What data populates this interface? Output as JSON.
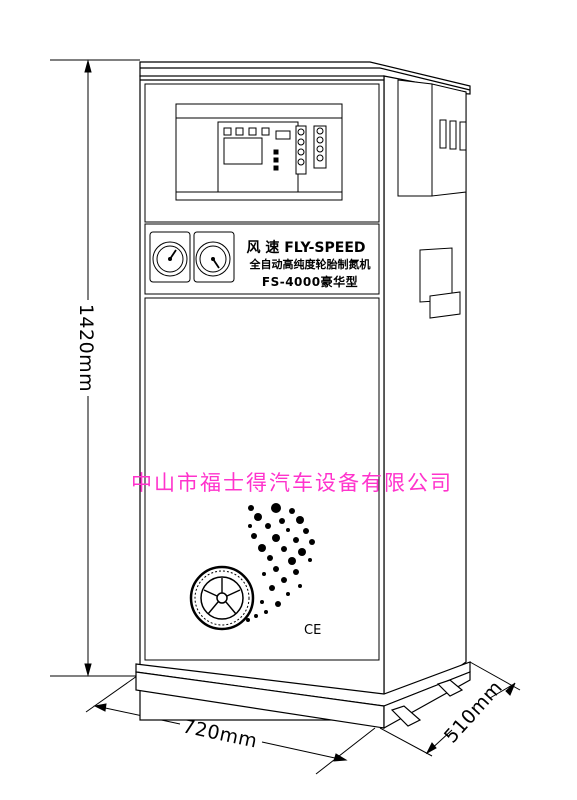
{
  "dimensions": {
    "height": "1420mm",
    "width": "720mm",
    "depth": "510mm"
  },
  "panel": {
    "brand": "风 速 FLY-SPEED",
    "subtitle": "全自动高纯度轮胎制氮机",
    "model": "FS-4000豪华型"
  },
  "watermark": {
    "company": "中山市福士得汽车设备有限公司",
    "color": "#ff33cc"
  },
  "marks": {
    "ce": "CE"
  },
  "icons": [
    "pressure-gauge-icon",
    "pressure-gauge-icon",
    "tire-icon",
    "bubbles-icon",
    "ce-mark-icon"
  ]
}
